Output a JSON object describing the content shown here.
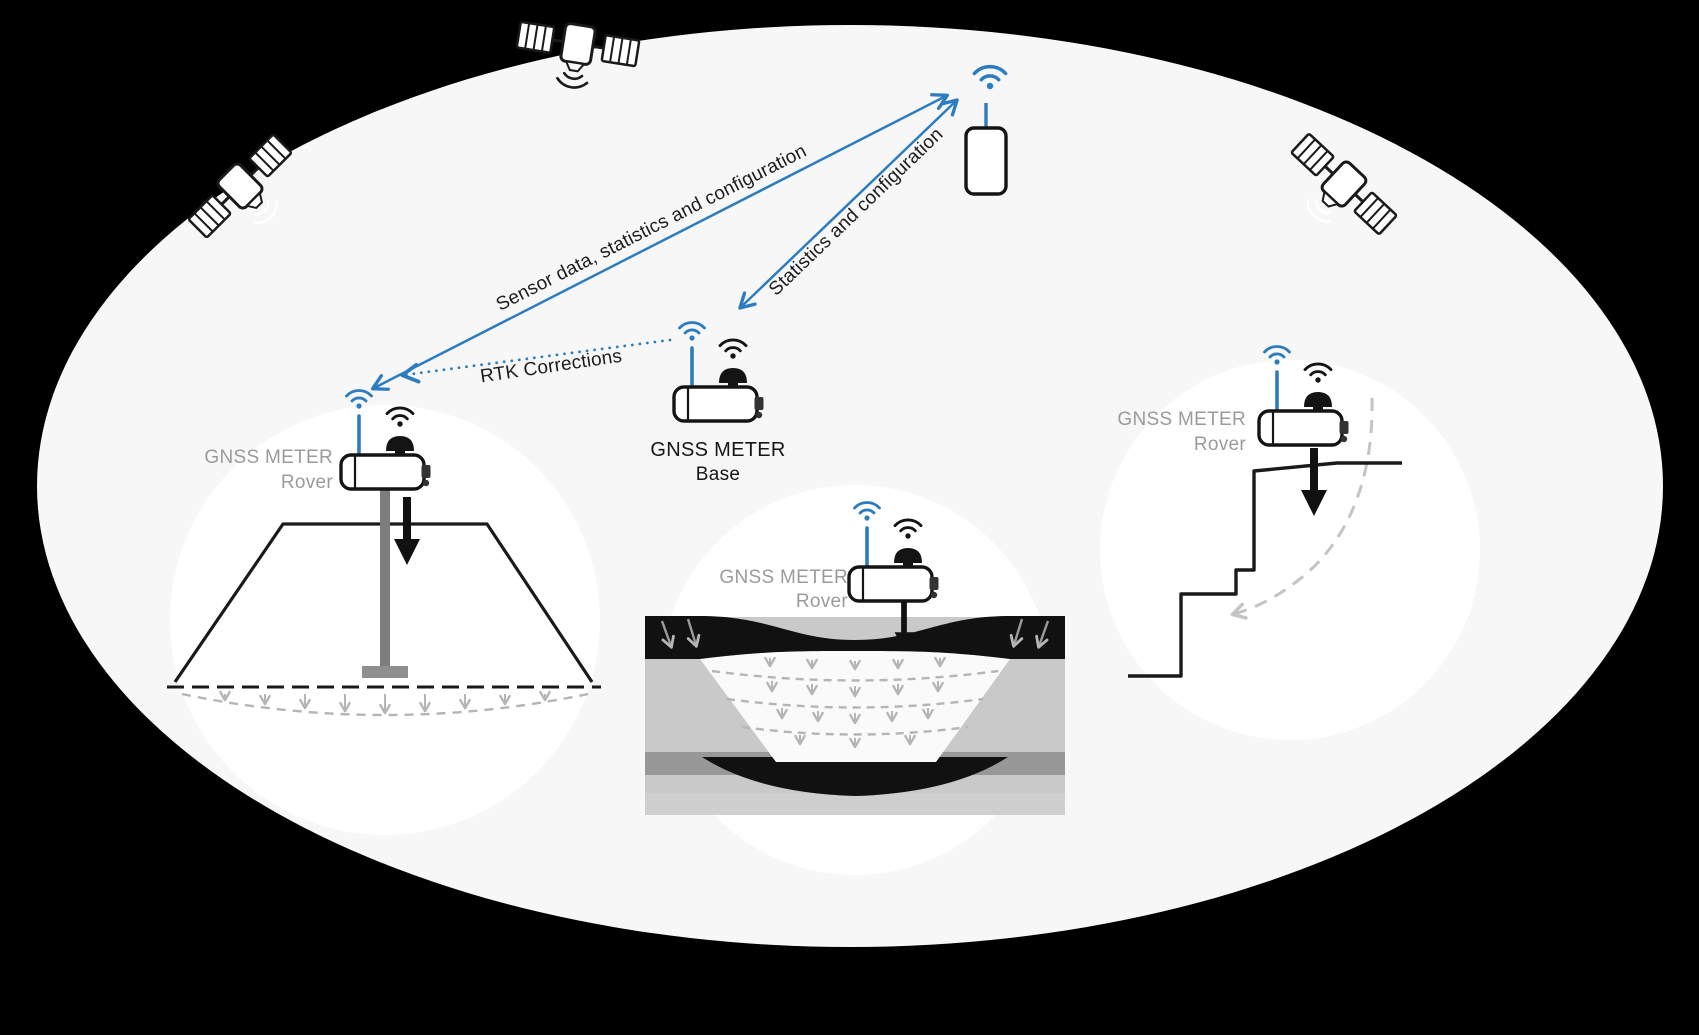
{
  "colors": {
    "background": "#000000",
    "coverage_ellipse": "#f7f7f7",
    "scene_circle": "#ffffff",
    "accent_blue": "#2e7cc0",
    "ink": "#1a1a1a",
    "rover_label_gray": "#9b9b9b",
    "soft_arrow_gray": "#b5b5b5"
  },
  "arrows": {
    "sensor_label": "Sensor data, statistics and configuration",
    "stats_label": "Statistics and configuration",
    "rtk_label": "RTK Corrections"
  },
  "devices": {
    "base": {
      "name": "GNSS METER",
      "role": "Base"
    },
    "rover_left": {
      "name": "GNSS METER",
      "role": "Rover"
    },
    "rover_center": {
      "name": "GNSS METER",
      "role": "Rover"
    },
    "rover_right": {
      "name": "GNSS METER",
      "role": "Rover"
    }
  },
  "icons": {
    "satellites": [
      "satellite-icon-left",
      "satellite-icon-top",
      "satellite-icon-right"
    ],
    "wifi": "wifi-signal-icon",
    "gateway": "gateway-receiver-icon",
    "gnss_antenna": "gnss-dome-antenna-icon"
  }
}
